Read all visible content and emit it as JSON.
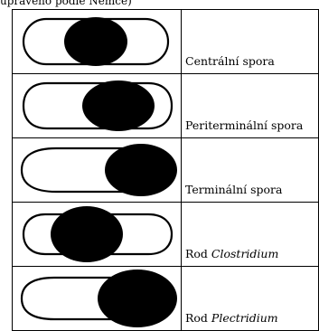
{
  "caption": "upraveno podle Nemce)",
  "rows": [
    {
      "label_text": "Centrální spora",
      "label_genus": ""
    },
    {
      "label_text": "Periterminální spora",
      "label_genus": ""
    },
    {
      "label_text": "Terminální spora",
      "label_genus": ""
    },
    {
      "label_text": "Rod ",
      "label_genus": "Clostridium"
    },
    {
      "label_text": "Rod ",
      "label_genus": "Plectridium"
    }
  ],
  "colors": {
    "ink": "#000000",
    "paper": "#ffffff"
  }
}
